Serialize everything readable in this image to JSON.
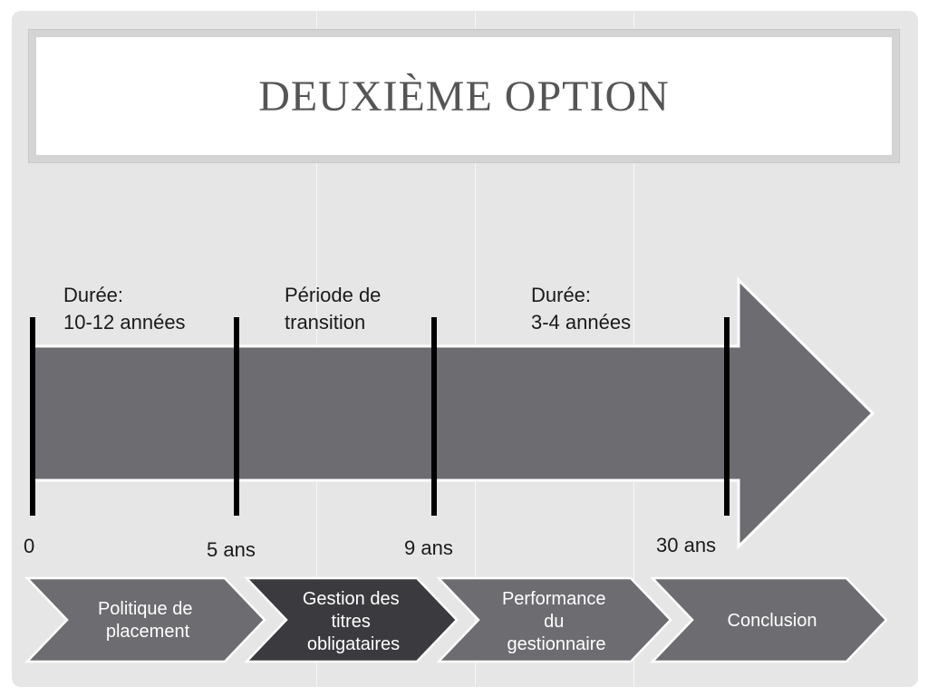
{
  "title": "Deuxième option",
  "timeline": {
    "periods": [
      {
        "line1": "Durée:",
        "line2": "10-12 années"
      },
      {
        "line1": "Période de",
        "line2": "transition"
      },
      {
        "line1": "Durée:",
        "line2": "3-4 années"
      }
    ],
    "ticks": [
      "0",
      "5 ans",
      "9 ans",
      "30 ans"
    ]
  },
  "process": [
    {
      "lines": [
        "Politique de",
        "placement"
      ],
      "active": false
    },
    {
      "lines": [
        "Gestion des",
        "titres",
        "obligataires"
      ],
      "active": true
    },
    {
      "lines": [
        "Performance",
        "du",
        "gestionnaire"
      ],
      "active": false
    },
    {
      "lines": [
        "Conclusion"
      ],
      "active": false
    }
  ],
  "colors": {
    "arrow": "#6d6c71",
    "chevron": "#6d6c71",
    "chevron_active": "#3b3a3e",
    "marker": "#000000",
    "background": "#e6e6e6"
  }
}
